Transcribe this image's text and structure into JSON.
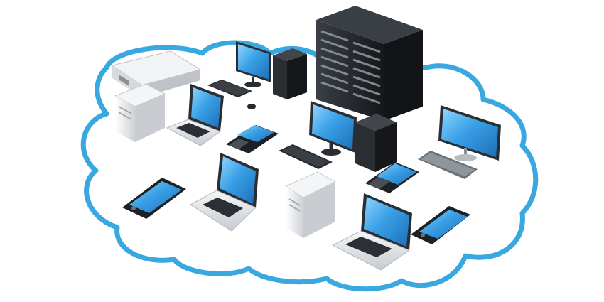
{
  "image": {
    "subject": "network-of-devices-on-cloud",
    "colors": {
      "cloud_outline": "#39a8e0",
      "screen": "#3aa0e6",
      "screen_light": "#7fd0ff",
      "silver": "#cfd3d6",
      "silver_light": "#eef0f1",
      "dark": "#1d2024",
      "dark_mid": "#2c3036"
    },
    "icons": [
      "cloud-outline",
      "server-rack",
      "tower-pc",
      "flat-screen-monitor",
      "keyboard",
      "mouse",
      "laptop",
      "smartphone",
      "network-switch",
      "white-tower-server"
    ]
  }
}
